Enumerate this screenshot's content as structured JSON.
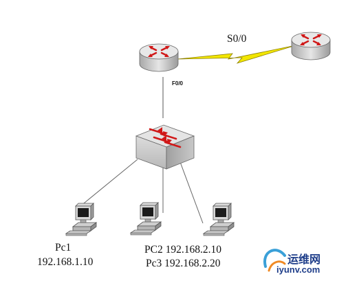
{
  "labels": {
    "serial_interface": "S0/0",
    "fast_ethernet": "F0/0",
    "pc1_name": "Pc1",
    "pc1_ip": "192.168.1.10",
    "pc2_line": "PC2 192.168.2.10",
    "pc3_line": "Pc3 192.168.2.20"
  },
  "watermark": {
    "brand_cn": "运维网",
    "domain": "iyunv.com"
  },
  "colors": {
    "serial_link": "#f2e600",
    "device_red": "#d01818",
    "device_gray": "#d4d4d4",
    "line": "#444444"
  }
}
